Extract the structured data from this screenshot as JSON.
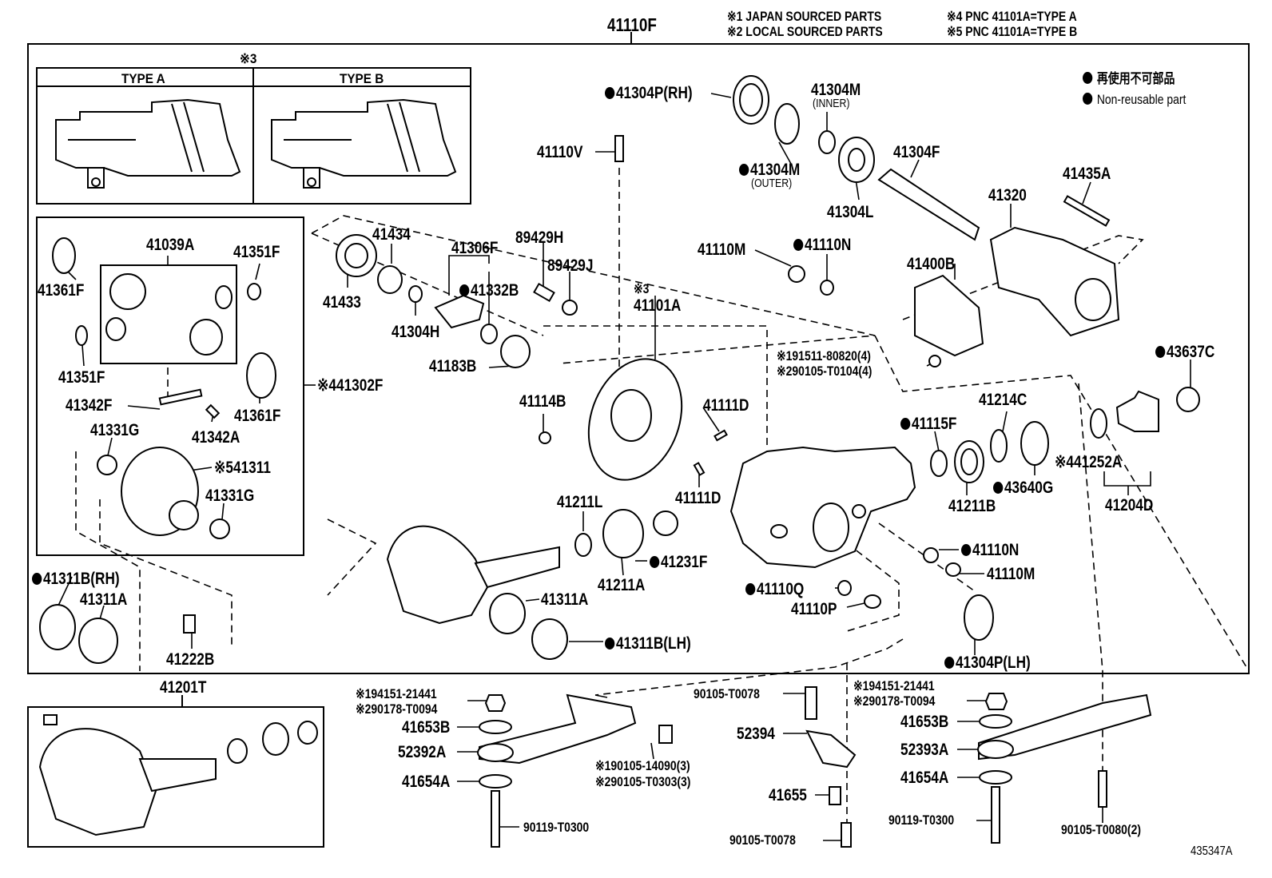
{
  "header": {
    "assembly_code": "41110F",
    "notes": [
      "※1 JAPAN SOURCED PARTS",
      "※2 LOCAL SOURCED PARTS",
      "※4 PNC 41101A=TYPE A",
      "※5 PNC 41101A=TYPE B"
    ]
  },
  "legend": {
    "jp": "再使用不可部品",
    "en": "Non-reusable part"
  },
  "inset_types": {
    "ref": "※3",
    "type_a": "TYPE A",
    "type_b": "TYPE B"
  },
  "diagram_id": "435347A",
  "labels": {
    "p41304P_RH": "41304P(RH)",
    "p41304M_inner": "41304M",
    "inner": "(INNER)",
    "p41304M_outer": "41304M",
    "outer": "(OUTER)",
    "p41304F": "41304F",
    "p41304L": "41304L",
    "p41320": "41320",
    "p41435A": "41435A",
    "p41110V": "41110V",
    "p41110M_top": "41110M",
    "p41110N_top": "41110N",
    "p41400B": "41400B",
    "p89429H": "89429H",
    "p89429J": "89429J",
    "p41306F": "41306F",
    "p41332B": "41332B",
    "p41434": "41434",
    "p41433": "41433",
    "p41304H": "41304H",
    "p41183B": "41183B",
    "ref3b": "※3",
    "p41101A": "41101A",
    "p41114B": "41114B",
    "p41111D_a": "41111D",
    "p41111D_b": "41111D",
    "bolt_jp": "※191511-80820(4)",
    "bolt_local": "※290105-T0104(4)",
    "p43637C": "43637C",
    "p41115F": "41115F",
    "p41214C": "41214C",
    "p41211B": "41211B",
    "p43640G": "43640G",
    "p41252A": "※441252A",
    "p41204D": "41204D",
    "p41039A": "41039A",
    "p41351F_a": "41351F",
    "p41361F_a": "41361F",
    "p41351F_b": "41351F",
    "p41342F": "41342F",
    "p41361F_b": "41361F",
    "p41342A": "41342A",
    "p41331G_a": "41331G",
    "p41311": "※541311",
    "p41331G_b": "41331G",
    "p41302F": "※441302F",
    "p41211L": "41211L",
    "p41231F": "41231F",
    "p41211A": "41211A",
    "p41311A_r": "41311A",
    "p41311B_LH": "41311B(LH)",
    "p41311B_RH": "41311B(RH)",
    "p41311A_l": "41311A",
    "p41222B": "41222B",
    "p41110N_b": "41110N",
    "p41110M_b": "41110M",
    "p41110Q": "41110Q",
    "p41110P": "41110P",
    "p41304P_LH": "41304P(LH)",
    "p41201T": "41201T",
    "nut_l_jp": "※194151-21441",
    "nut_l_local": "※290178-T0094",
    "p41653B_l": "41653B",
    "p52392A": "52392A",
    "p41654A_l": "41654A",
    "bolt3_jp": "※190105-14090(3)",
    "bolt3_local": "※290105-T0303(3)",
    "p90119_l": "90119-T0300",
    "p90105_T0078_a": "90105-T0078",
    "p52394": "52394",
    "p41655": "41655",
    "p90105_T0078_b": "90105-T0078",
    "nut_r_jp": "※194151-21441",
    "nut_r_local": "※290178-T0094",
    "p41653B_r": "41653B",
    "p52393A": "52393A",
    "p41654A_r": "41654A",
    "p90119_r": "90119-T0300",
    "p90105_T0080": "90105-T0080(2)"
  }
}
